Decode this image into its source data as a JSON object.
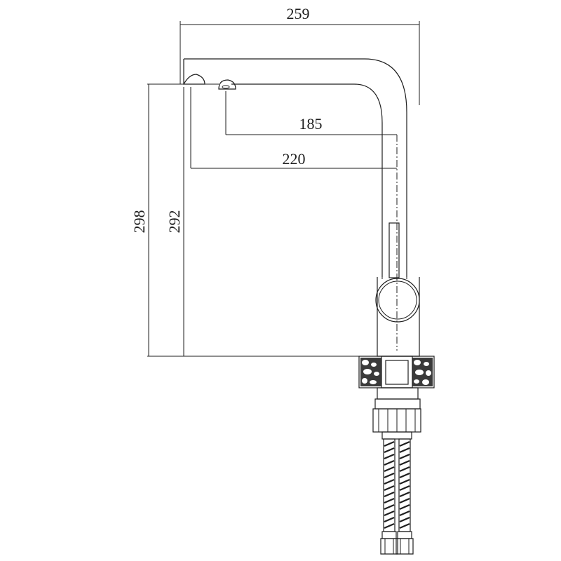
{
  "drawing": {
    "dim_total_width": "259",
    "dim_reach_short": "185",
    "dim_reach_long": "220",
    "dim_height_total": "298",
    "dim_height_spout": "292"
  },
  "colors": {
    "line": "#1e1e1e",
    "background": "#ffffff",
    "fill_light": "#d9d9d9",
    "fill_dark": "#3a3a3a"
  }
}
